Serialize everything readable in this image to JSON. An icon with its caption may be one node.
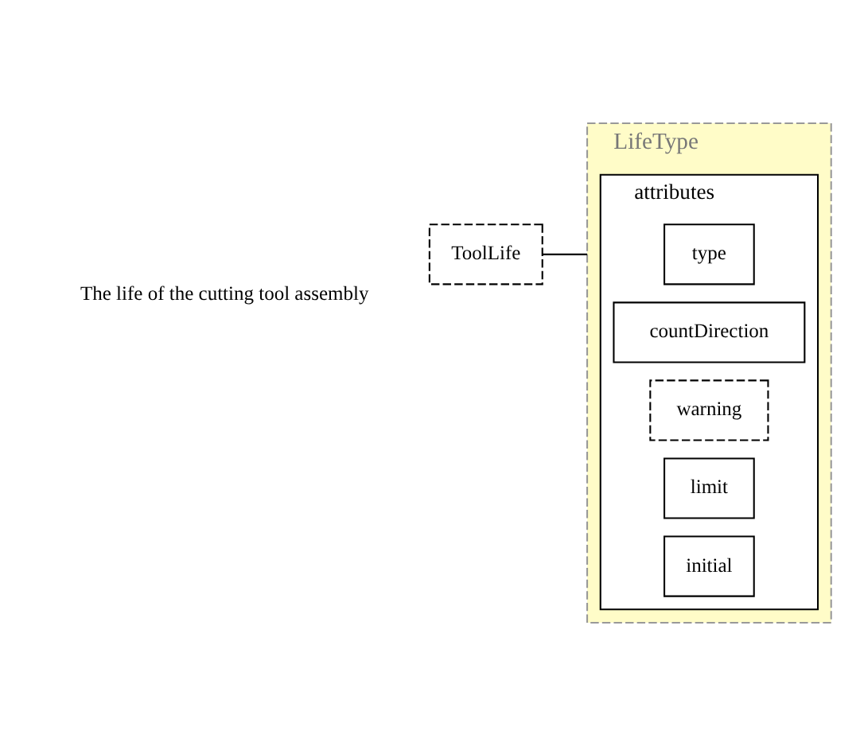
{
  "diagram": {
    "nodes": [
      {
        "text": [
          "ToolLife"
        ],
        "beside": [
          "The life of the cutting tool assembly"
        ]
      },
      {
        "text": [
          "LifeType"
        ]
      },
      {
        "text": [
          "attributes"
        ],
        "in": 1
      },
      {
        "text": [
          "type"
        ],
        "in": 2
      },
      {
        "text": [
          "countDirection"
        ],
        "in": 2
      },
      {
        "text": [
          "warning"
        ],
        "in": 2
      },
      {
        "text": [
          "limit"
        ],
        "in": 2
      },
      {
        "text": [
          "initial"
        ],
        "in": 2
      }
    ],
    "edges": [
      {
        "from": 0,
        "to": 1,
        "arrow": "none"
      }
    ]
  }
}
